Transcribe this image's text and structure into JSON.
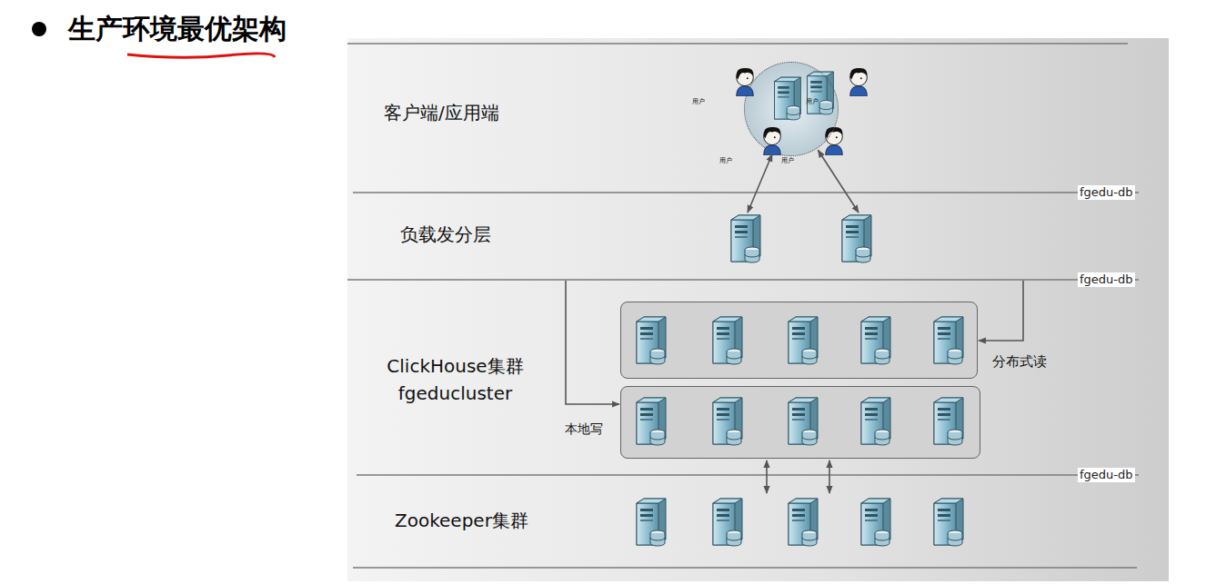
{
  "diagram": {
    "title": "生产环境最优架构",
    "nodes": [
      {
        "text": [
          "客户端/应用端"
        ]
      },
      {
        "text": [
          "用户",
          "用户",
          "用户",
          "用户"
        ],
        "in": 0
      },
      {
        "text": [
          "负载发分层"
        ]
      },
      {
        "text": [
          "ClickHouse集群 fgeducluster"
        ]
      },
      {
        "text": [
          "分布式读"
        ],
        "in": 3
      },
      {
        "text": [
          "本地写"
        ],
        "in": 3
      },
      {
        "text": [
          "Zookeeper集群"
        ]
      }
    ],
    "edges": [
      {
        "from": 1,
        "to": 2,
        "arrow": "both"
      },
      {
        "from": 1,
        "to": 2,
        "arrow": "both"
      },
      {
        "from": 2,
        "to": 5,
        "arrow": "to"
      },
      {
        "from": 2,
        "to": 4,
        "arrow": "to"
      },
      {
        "from": 5,
        "to": 6,
        "arrow": "both"
      },
      {
        "from": 5,
        "to": 6,
        "arrow": "both"
      }
    ],
    "labels": [
      "fgedu-db",
      "fgedu-db",
      "fgedu-db"
    ]
  }
}
